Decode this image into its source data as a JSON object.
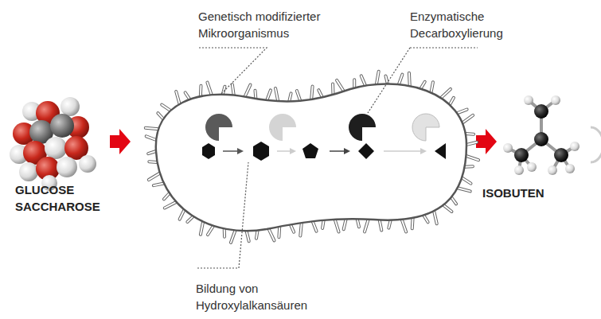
{
  "diagram": {
    "labels": [
      "Genetisch modifizierter Mikroorganismus",
      "Enzymatische Decarboxylierung",
      "GLUCOSE SACCHAROSE",
      "ISOBUTEN",
      "Bildung von Hydroxylalkansäuren"
    ]
  }
}
